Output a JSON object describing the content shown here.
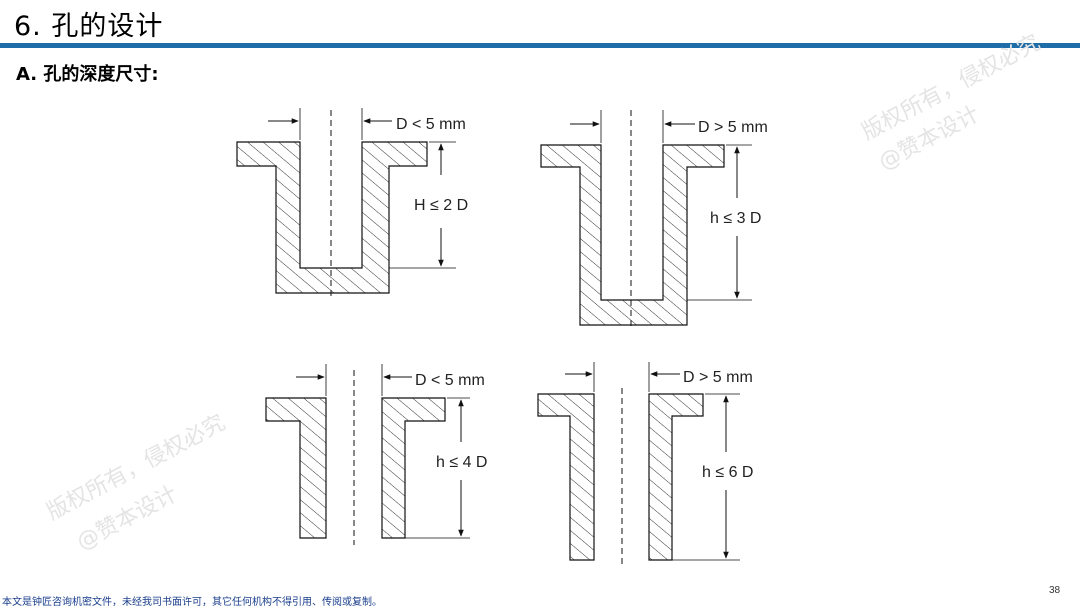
{
  "header": {
    "title": "6. 孔的设计",
    "subtitle": "A. 孔的深度尺寸:"
  },
  "footer": {
    "note": "本文是钟匠咨询机密文件，未经我司书面许可，其它任何机构不得引用、传阅或复制。",
    "page_number": "38"
  },
  "watermark": {
    "line1": "版权所有，侵权必究",
    "line2": "@赞本设计"
  },
  "diagrams": [
    {
      "diameter_label": "D < 5 mm",
      "depth_label": "H ≤ 2 D"
    },
    {
      "diameter_label": "D > 5 mm",
      "depth_label": "h ≤ 3 D"
    },
    {
      "diameter_label": "D < 5 mm",
      "depth_label": "h ≤ 4 D"
    },
    {
      "diameter_label": "D > 5 mm",
      "depth_label": "h ≤ 6 D"
    }
  ],
  "colors": {
    "accent_rule": "#1f6da8",
    "footer_text": "#1a3e8c"
  }
}
